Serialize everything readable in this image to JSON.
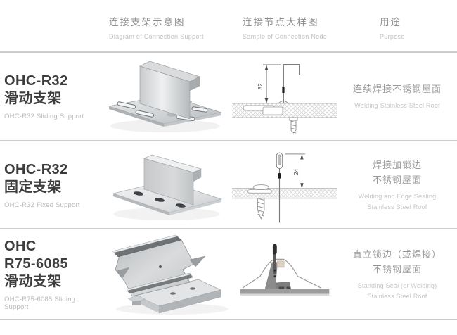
{
  "page": {
    "background": "#ffffff",
    "divider_color": "#cccccc",
    "accent_text_color": "#3d3d3d",
    "muted_text_color": "#9a9a9a"
  },
  "header": {
    "col1_zh": "连接支架示意图",
    "col1_en": "Diagram of Connection Support",
    "col2_zh": "连接节点大样图",
    "col2_en": "Sample of Connection Node",
    "col3_zh": "用途",
    "col3_en": "Purpose"
  },
  "rows": [
    {
      "title_line1": "OHC-R32",
      "title_line2": "滑动支架",
      "title_line3": "",
      "subtitle_en": "OHC-R32 Sliding Support",
      "diagram_icon": "sliding-support-bracket-3d",
      "node_icon": "welded-hook-section-drawing",
      "dim_label": "32",
      "purpose_zh1": "连续焊接不锈钢屋面",
      "purpose_zh2": "",
      "purpose_en1": "Welding Stainless Steel Roof",
      "purpose_en2": ""
    },
    {
      "title_line1": "OHC-R32",
      "title_line2": "固定支架",
      "title_line3": "",
      "subtitle_en": "OHC-R32 Fixed Support",
      "diagram_icon": "fixed-support-bracket-3d",
      "node_icon": "screwed-rod-section-drawing",
      "dim_label": "24",
      "purpose_zh1": "焊接加锁边",
      "purpose_zh2": "不锈钢屋面",
      "purpose_en1": "Welding and Edge Sealing",
      "purpose_en2": "Stainless Steel Roof"
    },
    {
      "title_line1": "OHC",
      "title_line2": "R75-6085",
      "title_line3": "滑动支架",
      "subtitle_en": "OHC-R75-6085 Sliding Support",
      "diagram_icon": "sliding-support-assembly-3d",
      "node_icon": "standing-seam-section-drawing",
      "dim_label": "",
      "purpose_zh1": "直立锁边（或焊接）",
      "purpose_zh2": "不锈钢屋面",
      "purpose_en1": "Standing Seal (or Welding)",
      "purpose_en2": "Stainless Steel Roof"
    }
  ]
}
